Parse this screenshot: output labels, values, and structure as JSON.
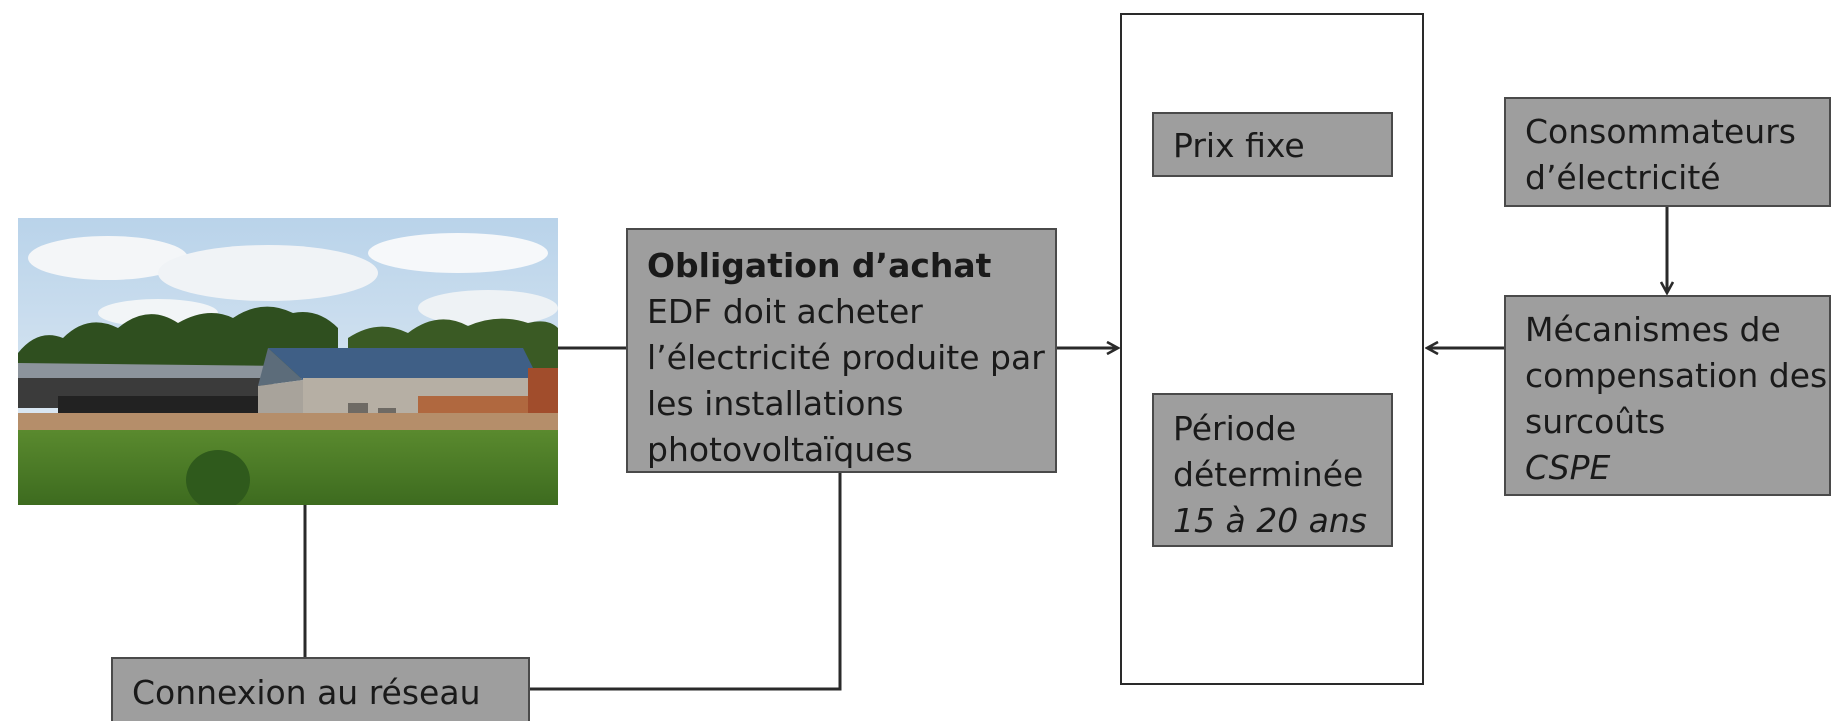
{
  "obligation": {
    "title": "Obligation d’achat",
    "lines": [
      "EDF doit acheter",
      "l’électricité produite par",
      "les installations",
      "photovoltaïques"
    ]
  },
  "connexion": {
    "label": "Connexion au réseau"
  },
  "prix": {
    "label": "Prix fixe"
  },
  "periode": {
    "line1": "Période",
    "line2": "déterminée",
    "duration": "15 à 20 ans"
  },
  "consommateurs": {
    "line1": "Consommateurs",
    "line2": "d’électricité"
  },
  "mecanismes": {
    "line1": "Mécanismes de",
    "line2": "compensation des",
    "line3": "surcoûts",
    "abbr": "CSPE"
  },
  "colors": {
    "box_fill": "#9e9e9e",
    "box_border": "#4a4a4a",
    "line": "#2a2a2a"
  },
  "photo": {
    "subject": "barn-with-solar-panels"
  }
}
